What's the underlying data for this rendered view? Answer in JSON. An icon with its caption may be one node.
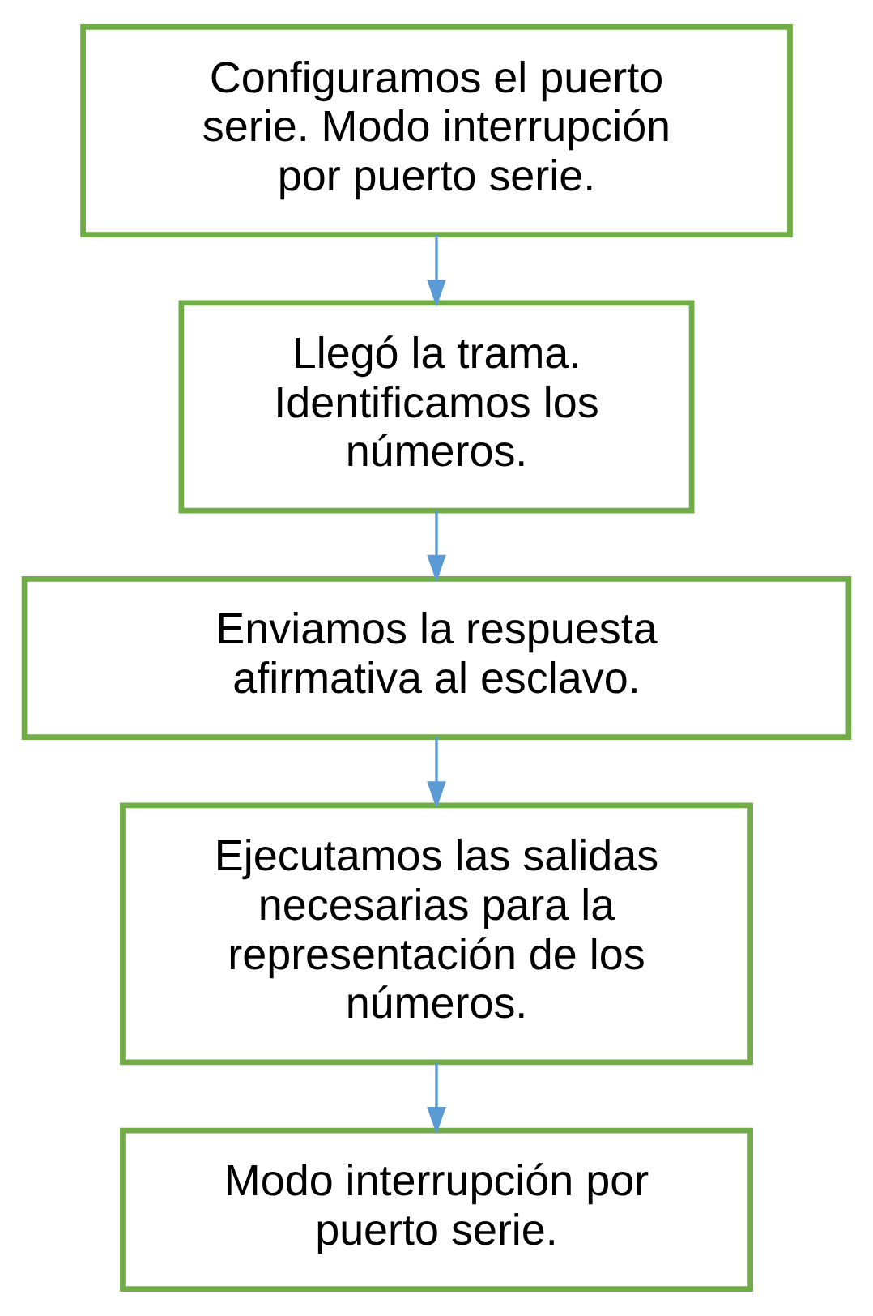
{
  "diagram": {
    "nodes": [
      {
        "text": [
          "Configuramos el puerto serie. Modo interrupción por puerto serie."
        ]
      },
      {
        "text": [
          "Llegó la trama. Identificamos los números."
        ]
      },
      {
        "text": [
          "Enviamos la respuesta afirmativa al esclavo."
        ]
      },
      {
        "text": [
          "Ejecutamos las salidas necesarias para la representación de los números."
        ]
      },
      {
        "text": [
          "Modo interrupción por puerto serie."
        ]
      }
    ],
    "edges": [
      {
        "from": 0,
        "to": 1,
        "arrow": "to"
      },
      {
        "from": 1,
        "to": 2,
        "arrow": "to"
      },
      {
        "from": 2,
        "to": 3,
        "arrow": "to"
      },
      {
        "from": 3,
        "to": 4,
        "arrow": "to"
      }
    ]
  }
}
